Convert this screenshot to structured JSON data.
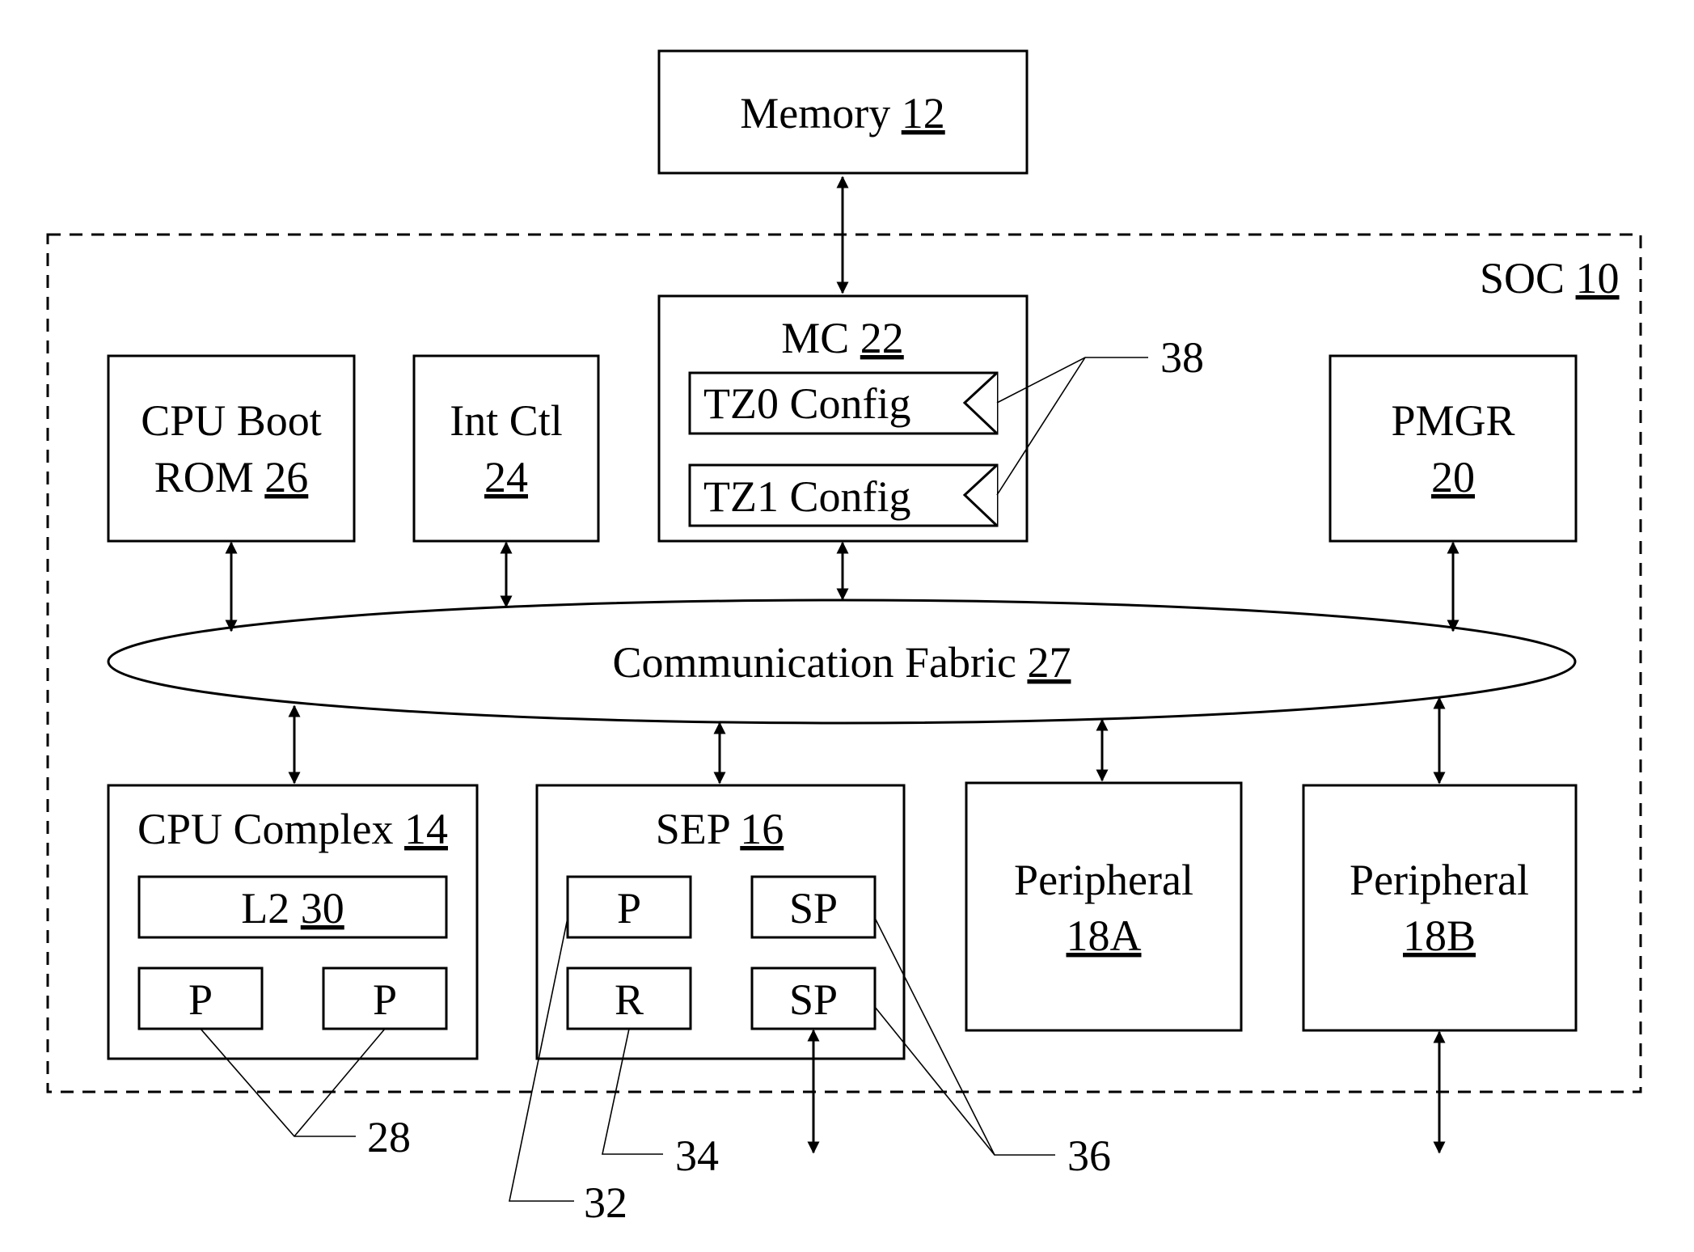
{
  "soc": {
    "name": "SOC",
    "ref": "10"
  },
  "memory": {
    "name": "Memory",
    "ref": "12"
  },
  "mc": {
    "name": "MC",
    "ref": "22",
    "tz0": "TZ0 Config",
    "tz1": "TZ1 Config"
  },
  "cpu_boot_rom": {
    "line1": "CPU Boot",
    "line2": "ROM",
    "ref": "26"
  },
  "int_ctl": {
    "name": "Int Ctl",
    "ref": "24"
  },
  "pmgr": {
    "name": "PMGR",
    "ref": "20"
  },
  "fabric": {
    "name": "Communication Fabric",
    "ref": "27"
  },
  "cpu_complex": {
    "name": "CPU Complex",
    "ref": "14",
    "l2": "L2",
    "l2_ref": "30",
    "p1": "P",
    "p2": "P"
  },
  "sep": {
    "name": "SEP",
    "ref": "16",
    "p": "P",
    "r": "R",
    "sp1": "SP",
    "sp2": "SP"
  },
  "peripheral_a": {
    "name": "Peripheral",
    "ref": "18A"
  },
  "peripheral_b": {
    "name": "Peripheral",
    "ref": "18B"
  },
  "callouts": {
    "c28": "28",
    "c32": "32",
    "c34": "34",
    "c36": "36",
    "c38": "38"
  }
}
